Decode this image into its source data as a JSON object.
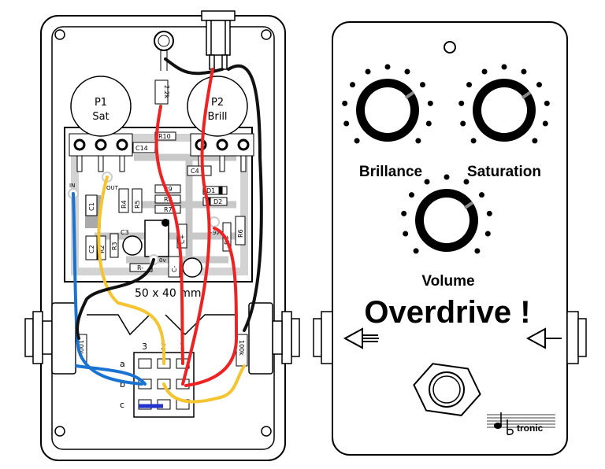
{
  "colors": {
    "blue": "#1a73d0",
    "yellow": "#f5c431",
    "red": "#ee2222",
    "black": "#111111",
    "pcb": "#c8c8c8",
    "switch_jumper": "#2233cc"
  },
  "pots": [
    {
      "name": "P1",
      "label": "Sat"
    },
    {
      "name": "P2",
      "label": "Brill"
    }
  ],
  "pcb": {
    "size_label": "50 x 40 mm",
    "components": {
      "c14": "C14",
      "r10": "R10",
      "r4": "R4",
      "r5": "R5",
      "r9": "R9",
      "r8": "R8",
      "r7": "R7",
      "c1": "C1",
      "c2": "C2",
      "r2": "R2",
      "r3": "R3",
      "c3": "C3",
      "d1": "D1",
      "d2": "D2",
      "r6": "R6",
      "rplus": "R+",
      "rminus": "R-",
      "cplus": "C+",
      "cminus": "C-",
      "c4": "C4"
    },
    "pads": {
      "in": "IN",
      "out": "OUT",
      "v9": "+9v",
      "v0": "0v"
    }
  },
  "led_resistor": "2.2k",
  "jack_resistor": "100k",
  "switch": {
    "columns": [
      "3",
      "2",
      "1"
    ],
    "rows": [
      "a",
      "b",
      "c"
    ]
  },
  "front": {
    "knobs": [
      "Brillance",
      "Saturation",
      "Volume"
    ],
    "title": "Overdrive !",
    "logo": "tronic"
  }
}
